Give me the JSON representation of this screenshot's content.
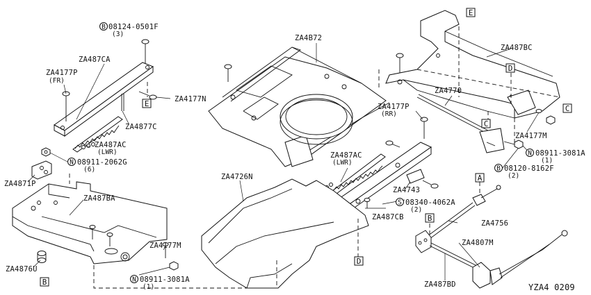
{
  "labels": {
    "bolt_08124_0501f": "08124-0501F",
    "bolt_08124_0501f_qty": "(3)",
    "za487ca": "ZA487CA",
    "za4177p_fr": "ZA4177P",
    "za4177p_fr_sub": "(FR)",
    "za4177n": "ZA4177N",
    "za4877c": "ZA4877C",
    "za487ac_left": "ZA487AC",
    "za487ac_left_sub": "(LWR)",
    "nut_08911_2062g": "08911-2062G",
    "nut_08911_2062g_qty": "(6)",
    "za4871p": "ZA4871P",
    "za487ba": "ZA487BA",
    "za4876u": "ZA4876U",
    "za4177m_left": "ZA4177M",
    "nut_08911_3081a_left": "08911-3081A",
    "nut_08911_3081a_left_qty": "(1)",
    "za4b72": "ZA4B72",
    "za4726n": "ZA4726N",
    "za487ac_mid": "ZA487AC",
    "za487ac_mid_sub": "(LWR)",
    "za4743": "ZA4743",
    "screw_08340_4062a": "08340-4062A",
    "screw_08340_4062a_qty": "(2)",
    "za487cb": "ZA487CB",
    "za4177p_rr": "ZA4177P",
    "za4177p_rr_sub": "(RR)",
    "za4770": "ZA4770",
    "za487bc": "ZA487BC",
    "za4177m_right": "ZA4177M",
    "nut_08911_3081a_right": "08911-3081A",
    "nut_08911_3081a_right_qty": "(1)",
    "bolt_08120_8162f": "08120-8162F",
    "bolt_08120_8162f_qty": "(2)",
    "za4756": "ZA4756",
    "za4807m": "ZA4807M",
    "za487bd": "ZA487BD",
    "diagram_code": "YZA4  0209"
  },
  "circle_prefixes": {
    "bolt": "B",
    "nut": "N",
    "screw": "S"
  },
  "refs": {
    "A": "A",
    "B": "B",
    "C": "C",
    "D": "D",
    "E": "E"
  }
}
